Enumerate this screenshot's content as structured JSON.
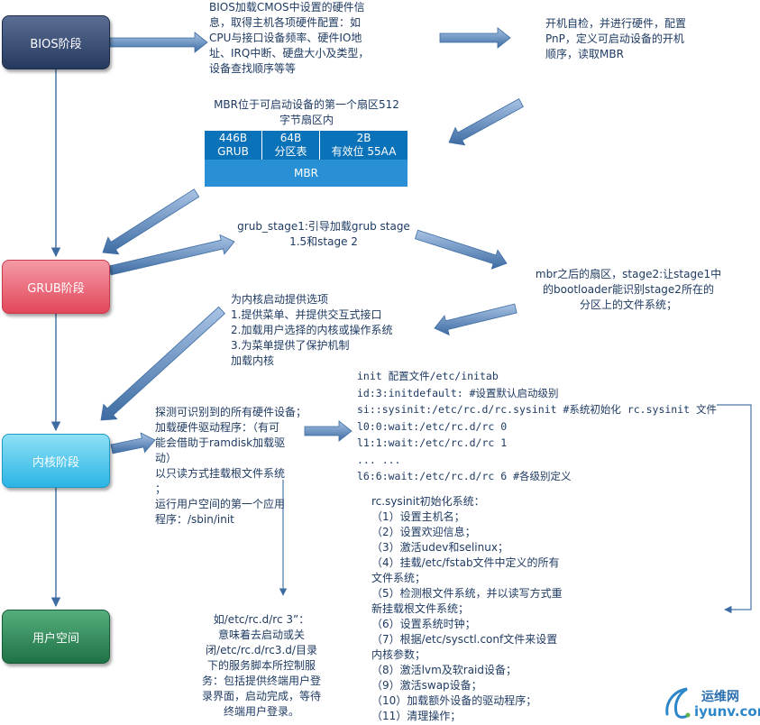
{
  "stages": {
    "bios": "BIOS阶段",
    "grub": "GRUB阶段",
    "kernel": "内核阶段",
    "user": "用户空间"
  },
  "bios_info": [
    "BIOS加载CMOS中设置的硬件信",
    "息，取得主机各项硬件配置：如",
    "CPU与接口设备频率、硬件IO地",
    "址、IRQ中断、硬盘大小及类型，",
    "设备查找顺序等等"
  ],
  "post_info": [
    "开机自检，并进行硬件，配置",
    "PnP，定义可启动设备的开机",
    "顺序，读取MBR"
  ],
  "mbr_title": [
    "MBR位于可启动设备的第一个扇区512",
    "字节扇区内"
  ],
  "mbr_table": {
    "cells": [
      {
        "size": "446B",
        "name": "GRUB"
      },
      {
        "size": "64B",
        "name": "分区表"
      },
      {
        "size": "2B",
        "name": "有效位 55AA"
      }
    ],
    "footer": "MBR"
  },
  "grub_stage1": [
    "grub_stage1:引导加载grub stage",
    "1.5和stage 2"
  ],
  "stage2_info": [
    "mbr之后的扇区，stage2:让stage1中",
    "的bootloader能识别stage2所在的",
    "分区上的文件系统；"
  ],
  "grub_menu": [
    "为内核启动提供选项",
    "1.提供菜单、并提供交互式接口",
    "2.加载用户选择的内核或操作系统",
    "3.为菜单提供了保护机制",
    "加载内核"
  ],
  "kernel_info": [
    "探测可识别到的所有硬件设备；",
    "加载硬件驱动程序：（有可",
    "能会借助于ramdisk加载驱",
    "动）",
    "以只读方式挂载根文件系统",
    "；",
    "运行用户空间的第一个应用",
    "程序：/sbin/init"
  ],
  "inittab": [
    "init 配置文件/etc/initab",
    "id:3:initdefault:  #设置默认启动级别",
    "si::sysinit:/etc/rc.d/rc.sysinit #系统初始化 rc.sysinit 文件",
    "l0:0:wait:/etc/rc.d/rc  0",
    "l1:1:wait:/etc/rc.d/rc  1",
    "... ...",
    "l6:6:wait:/etc/rc.d/rc  6 #各级别定义"
  ],
  "rcsysinit": [
    "rc.sysinit初始化系统：",
    "（1）设置主机名；",
    "（2）设置欢迎信息；",
    "（3）激活udev和selinux；",
    "（4）挂载/etc/fstab文件中定义的所有",
    "文件系统；",
    "（5）检测根文件系统，并以读写方式重",
    "新挂载根文件系统；",
    "（6）设置系统时钟；",
    "（7）根据/etc/sysctl.conf文件来设置",
    "内核参数；",
    "（8）激活lvm及软raid设备；",
    "（9）激活swap设备；",
    "（10）加载额外设备的驱动程序；",
    "（11）清理操作；"
  ],
  "rc3_info": [
    "如/etc/rc.d/rc  3”：",
    "意味着去启动或关",
    "闭/etc/rc.d/rc3.d/目录",
    "下的服务脚本所控制服",
    "务：包括提供终端用户登",
    "录界面，启动完成，等待",
    "终端用户登录。"
  ],
  "watermark": {
    "top": "运维网",
    "bottom": "iyunv.com"
  },
  "colors": {
    "text": "#1f3b63",
    "arrow": "#4a77a8",
    "table": "#0a72b8",
    "bios": "#263a60",
    "grub": "#e2475a",
    "kernel": "#2bb4e4",
    "user": "#1f7246"
  }
}
